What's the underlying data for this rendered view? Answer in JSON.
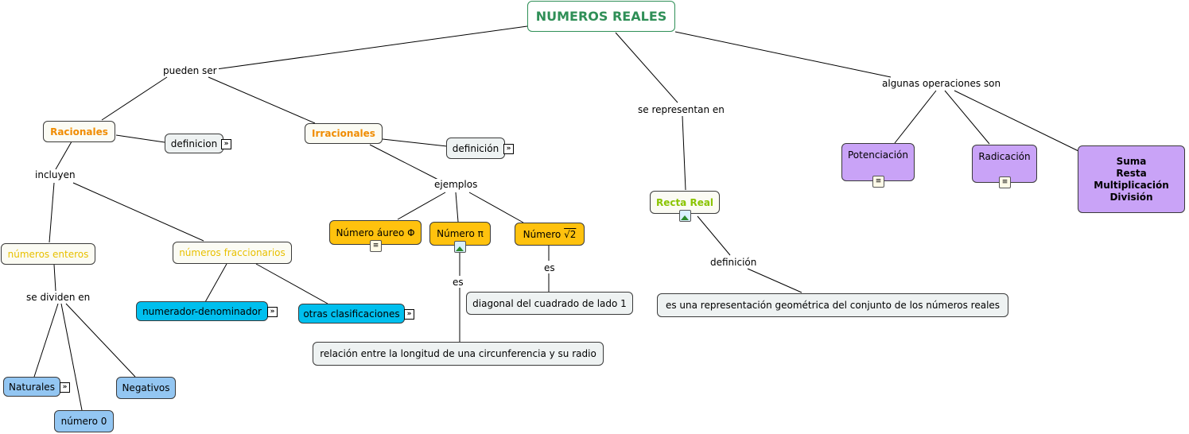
{
  "title": "NUMEROS REALES",
  "links": {
    "pueden_ser": "pueden ser",
    "se_representan_en": "se representan en",
    "algunas_operaciones_son": "algunas operaciones son",
    "incluyen": "incluyen",
    "ejemplos": "ejemplos",
    "se_dividen_en": "se dividen en",
    "es_pi": "es",
    "es_sqrt2": "es",
    "definicion_recta": "definición"
  },
  "nodes": {
    "racionales": "Racionales",
    "definicion_racionales": "definicion",
    "irracionales": "Irracionales",
    "definicion_irracionales": "definición",
    "numeros_enteros": "números enteros",
    "numeros_fraccionarios": "números fraccionarios",
    "numerador_denominador": "numerador-denominador",
    "otras_clasificaciones": "otras clasificaciones",
    "naturales": "Naturales",
    "negativos": "Negativos",
    "numero_0": "número 0",
    "numero_aureo": "Número áureo Φ",
    "numero_pi": "Número π",
    "numero_sqrt2_prefix": "Número",
    "numero_sqrt2_symbol": "√2",
    "diagonal": "diagonal del cuadrado de lado 1",
    "relacion": "relación entre la longitud de una circunferencia y su radio",
    "recta_real": "Recta Real",
    "representacion": "es una representación geométrica del conjunto de los números reales",
    "potenciacion": "Potenciación",
    "radicacion": "Radicación",
    "operaciones": [
      "Suma",
      "Resta",
      "Multiplicación",
      "División"
    ]
  },
  "colors": {
    "title_green": "#2f8f57",
    "orange_text": "#f08c00",
    "green_text": "#8ac400",
    "yellow_text": "#e8c000",
    "orange_fill": "#ffc20e",
    "cyan_fill": "#00bfee",
    "blue_fill": "#93c6f2",
    "purple_fill": "#c9a3f7",
    "gray_fill": "#eef2f2"
  },
  "icons": {
    "expand": "expand-chevron-icon",
    "document": "document-icon",
    "image": "image-icon"
  }
}
